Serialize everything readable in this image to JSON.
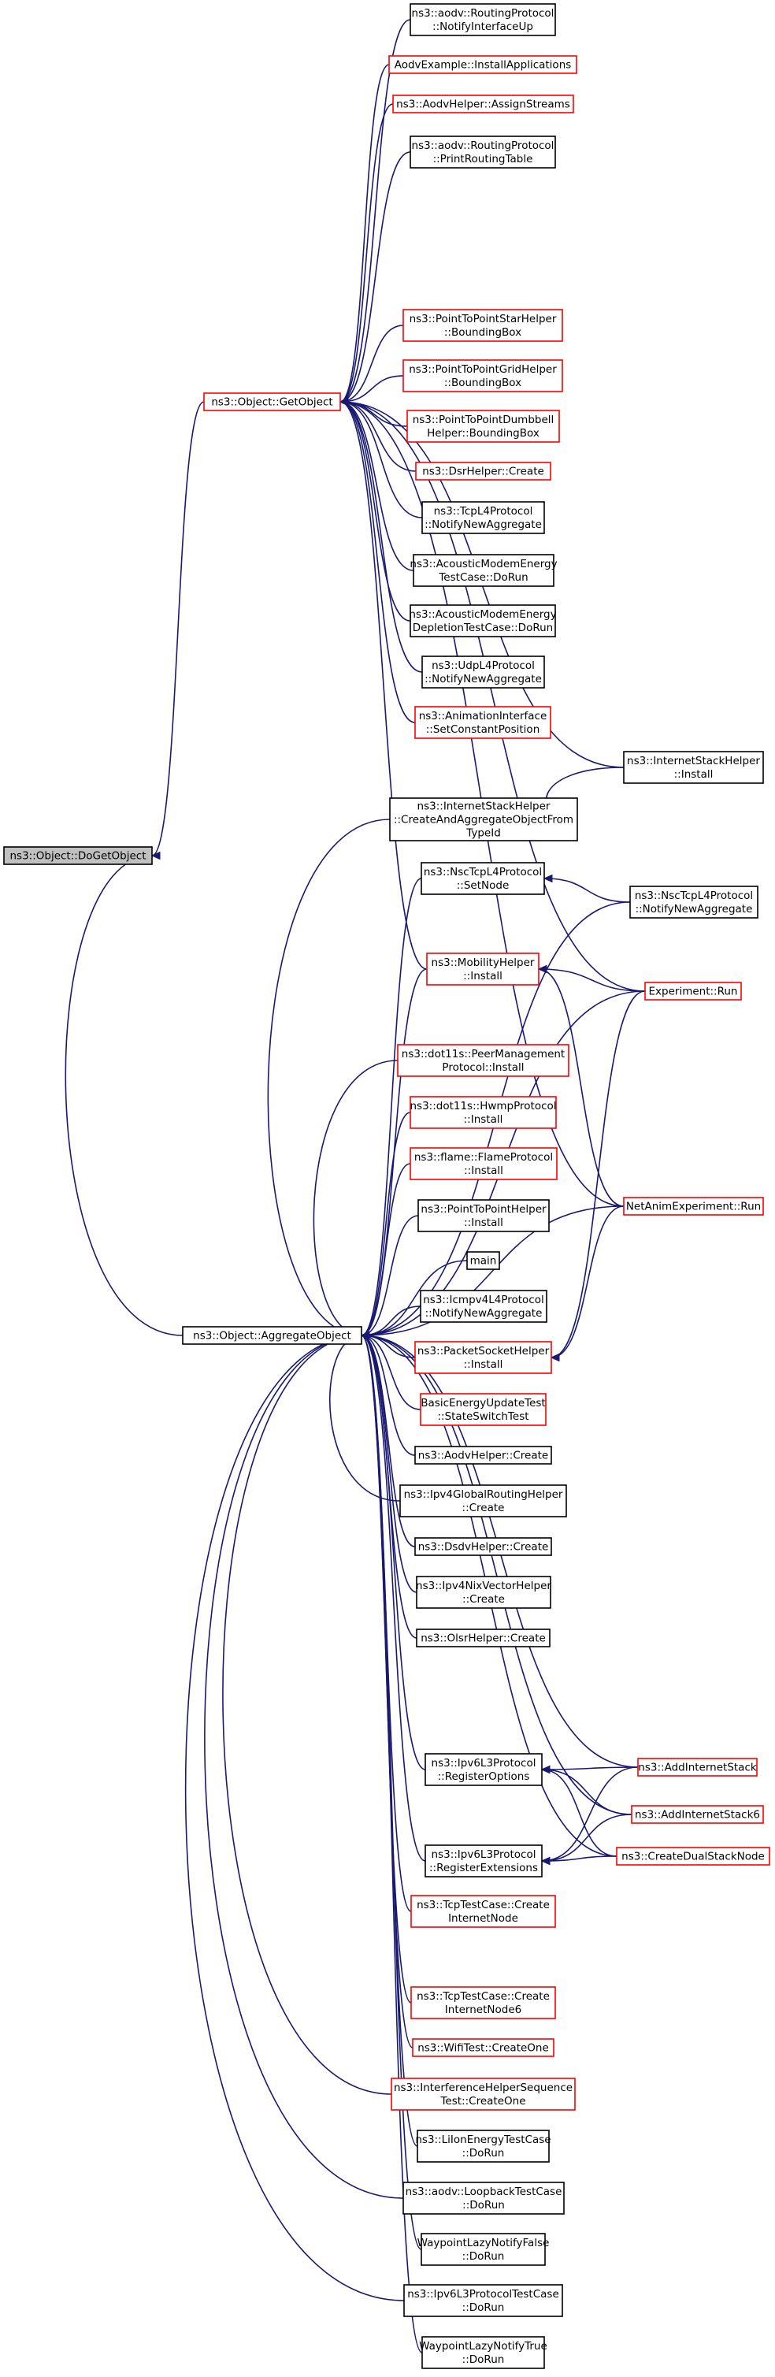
{
  "nodes": [
    {
      "id": "do_get_object",
      "lines": [
        "ns3::Object::DoGetObject"
      ],
      "style": "grey"
    },
    {
      "id": "get_object",
      "lines": [
        "ns3::Object::GetObject"
      ],
      "style": "red"
    },
    {
      "id": "aggregate_object",
      "lines": [
        "ns3::Object::AggregateObject"
      ],
      "style": "black"
    },
    {
      "id": "aodv_notify_interface_up",
      "lines": [
        "ns3::aodv::RoutingProtocol",
        "::NotifyInterfaceUp"
      ],
      "style": "black"
    },
    {
      "id": "aodv_example_install_apps",
      "lines": [
        "AodvExample::InstallApplications"
      ],
      "style": "red"
    },
    {
      "id": "aodv_helper_assign_streams",
      "lines": [
        "ns3::AodvHelper::AssignStreams"
      ],
      "style": "red"
    },
    {
      "id": "aodv_print_routing_table",
      "lines": [
        "ns3::aodv::RoutingProtocol",
        "::PrintRoutingTable"
      ],
      "style": "black"
    },
    {
      "id": "p2p_star_bbox",
      "lines": [
        "ns3::PointToPointStarHelper",
        "::BoundingBox"
      ],
      "style": "red"
    },
    {
      "id": "p2p_grid_bbox",
      "lines": [
        "ns3::PointToPointGridHelper",
        "::BoundingBox"
      ],
      "style": "red"
    },
    {
      "id": "p2p_dumbbell_bbox",
      "lines": [
        "ns3::PointToPointDumbbell",
        "Helper::BoundingBox"
      ],
      "style": "red"
    },
    {
      "id": "dsr_helper_create",
      "lines": [
        "ns3::DsrHelper::Create"
      ],
      "style": "red"
    },
    {
      "id": "tcp_l4_notify",
      "lines": [
        "ns3::TcpL4Protocol",
        "::NotifyNewAggregate"
      ],
      "style": "black"
    },
    {
      "id": "acoustic_energy_test",
      "lines": [
        "ns3::AcousticModemEnergy",
        "TestCase::DoRun"
      ],
      "style": "black"
    },
    {
      "id": "acoustic_depletion_test",
      "lines": [
        "ns3::AcousticModemEnergy",
        "DepletionTestCase::DoRun"
      ],
      "style": "black"
    },
    {
      "id": "udp_l4_notify",
      "lines": [
        "ns3::UdpL4Protocol",
        "::NotifyNewAggregate"
      ],
      "style": "black"
    },
    {
      "id": "anim_set_const_pos",
      "lines": [
        "ns3::AnimationInterface",
        "::SetConstantPosition"
      ],
      "style": "red"
    },
    {
      "id": "internet_stack_create_agg",
      "lines": [
        "ns3::InternetStackHelper",
        "::CreateAndAggregateObjectFrom",
        "TypeId"
      ],
      "style": "black"
    },
    {
      "id": "nsc_tcp_set_node",
      "lines": [
        "ns3::NscTcpL4Protocol",
        "::SetNode"
      ],
      "style": "black"
    },
    {
      "id": "mobility_helper_install",
      "lines": [
        "ns3::MobilityHelper",
        "::Install"
      ],
      "style": "red"
    },
    {
      "id": "dot11s_peer_install",
      "lines": [
        "ns3::dot11s::PeerManagement",
        "Protocol::Install"
      ],
      "style": "red"
    },
    {
      "id": "dot11s_hwmp_install",
      "lines": [
        "ns3::dot11s::HwmpProtocol",
        "::Install"
      ],
      "style": "red"
    },
    {
      "id": "flame_install",
      "lines": [
        "ns3::flame::FlameProtocol",
        "::Install"
      ],
      "style": "red"
    },
    {
      "id": "p2p_helper_install",
      "lines": [
        "ns3::PointToPointHelper",
        "::Install"
      ],
      "style": "black"
    },
    {
      "id": "main",
      "lines": [
        "main"
      ],
      "style": "black"
    },
    {
      "id": "icmpv4_notify",
      "lines": [
        "ns3::Icmpv4L4Protocol",
        "::NotifyNewAggregate"
      ],
      "style": "black"
    },
    {
      "id": "packet_socket_install",
      "lines": [
        "ns3::PacketSocketHelper",
        "::Install"
      ],
      "style": "red"
    },
    {
      "id": "basic_energy_update",
      "lines": [
        "BasicEnergyUpdateTest",
        "::StateSwitchTest"
      ],
      "style": "red"
    },
    {
      "id": "aodv_helper_create",
      "lines": [
        "ns3::AodvHelper::Create"
      ],
      "style": "black"
    },
    {
      "id": "ipv4_global_routing_create",
      "lines": [
        "ns3::Ipv4GlobalRoutingHelper",
        "::Create"
      ],
      "style": "black"
    },
    {
      "id": "dsdv_helper_create",
      "lines": [
        "ns3::DsdvHelper::Create"
      ],
      "style": "black"
    },
    {
      "id": "ipv4_nix_create",
      "lines": [
        "ns3::Ipv4NixVectorHelper",
        "::Create"
      ],
      "style": "black"
    },
    {
      "id": "olsr_helper_create",
      "lines": [
        "ns3::OlsrHelper::Create"
      ],
      "style": "black"
    },
    {
      "id": "ipv6_register_options",
      "lines": [
        "ns3::Ipv6L3Protocol",
        "::RegisterOptions"
      ],
      "style": "black"
    },
    {
      "id": "ipv6_register_extensions",
      "lines": [
        "ns3::Ipv6L3Protocol",
        "::RegisterExtensions"
      ],
      "style": "black"
    },
    {
      "id": "tcp_test_create_node",
      "lines": [
        "ns3::TcpTestCase::Create",
        "InternetNode"
      ],
      "style": "red"
    },
    {
      "id": "tcp_test_create_node6",
      "lines": [
        "ns3::TcpTestCase::Create",
        "InternetNode6"
      ],
      "style": "red"
    },
    {
      "id": "wifi_test_create_one",
      "lines": [
        "ns3::WifiTest::CreateOne"
      ],
      "style": "red"
    },
    {
      "id": "interference_create_one",
      "lines": [
        "ns3::InterferenceHelperSequence",
        "Test::CreateOne"
      ],
      "style": "red"
    },
    {
      "id": "liion_energy_test",
      "lines": [
        "ns3::LiIonEnergyTestCase",
        "::DoRun"
      ],
      "style": "black"
    },
    {
      "id": "aodv_loopback_test",
      "lines": [
        "ns3::aodv::LoopbackTestCase",
        "::DoRun"
      ],
      "style": "black"
    },
    {
      "id": "waypoint_lazy_false",
      "lines": [
        "WaypointLazyNotifyFalse",
        "::DoRun"
      ],
      "style": "black"
    },
    {
      "id": "ipv6_l3_test",
      "lines": [
        "ns3::Ipv6L3ProtocolTestCase",
        "::DoRun"
      ],
      "style": "black"
    },
    {
      "id": "waypoint_lazy_true",
      "lines": [
        "WaypointLazyNotifyTrue",
        "::DoRun"
      ],
      "style": "black"
    },
    {
      "id": "internet_stack_install",
      "lines": [
        "ns3::InternetStackHelper",
        "::Install"
      ],
      "style": "black"
    },
    {
      "id": "nsc_tcp_notify",
      "lines": [
        "ns3::NscTcpL4Protocol",
        "::NotifyNewAggregate"
      ],
      "style": "black"
    },
    {
      "id": "experiment_run",
      "lines": [
        "Experiment::Run"
      ],
      "style": "red"
    },
    {
      "id": "netanim_run",
      "lines": [
        "NetAnimExperiment::Run"
      ],
      "style": "red"
    },
    {
      "id": "add_internet_stack",
      "lines": [
        "ns3::AddInternetStack"
      ],
      "style": "red"
    },
    {
      "id": "add_internet_stack6",
      "lines": [
        "ns3::AddInternetStack6"
      ],
      "style": "red"
    },
    {
      "id": "create_dual_stack",
      "lines": [
        "ns3::CreateDualStackNode"
      ],
      "style": "red"
    }
  ],
  "edges": [
    [
      "get_object",
      "do_get_object"
    ],
    [
      "aggregate_object",
      "do_get_object"
    ],
    [
      "aodv_notify_interface_up",
      "get_object"
    ],
    [
      "aodv_example_install_apps",
      "get_object"
    ],
    [
      "aodv_helper_assign_streams",
      "get_object"
    ],
    [
      "aodv_print_routing_table",
      "get_object"
    ],
    [
      "p2p_star_bbox",
      "get_object"
    ],
    [
      "p2p_grid_bbox",
      "get_object"
    ],
    [
      "p2p_dumbbell_bbox",
      "get_object"
    ],
    [
      "dsr_helper_create",
      "get_object"
    ],
    [
      "tcp_l4_notify",
      "get_object"
    ],
    [
      "acoustic_energy_test",
      "get_object"
    ],
    [
      "acoustic_depletion_test",
      "get_object"
    ],
    [
      "udp_l4_notify",
      "get_object"
    ],
    [
      "anim_set_const_pos",
      "get_object"
    ],
    [
      "mobility_helper_install",
      "get_object"
    ],
    [
      "internet_stack_install",
      "get_object"
    ],
    [
      "experiment_run",
      "get_object"
    ],
    [
      "netanim_run",
      "get_object"
    ],
    [
      "internet_stack_create_agg",
      "aggregate_object"
    ],
    [
      "nsc_tcp_set_node",
      "aggregate_object"
    ],
    [
      "mobility_helper_install",
      "aggregate_object"
    ],
    [
      "dot11s_peer_install",
      "aggregate_object"
    ],
    [
      "dot11s_hwmp_install",
      "aggregate_object"
    ],
    [
      "flame_install",
      "aggregate_object"
    ],
    [
      "p2p_helper_install",
      "aggregate_object"
    ],
    [
      "main",
      "aggregate_object"
    ],
    [
      "icmpv4_notify",
      "aggregate_object"
    ],
    [
      "packet_socket_install",
      "aggregate_object"
    ],
    [
      "basic_energy_update",
      "aggregate_object"
    ],
    [
      "aodv_helper_create",
      "aggregate_object"
    ],
    [
      "ipv4_global_routing_create",
      "aggregate_object"
    ],
    [
      "dsdv_helper_create",
      "aggregate_object"
    ],
    [
      "ipv4_nix_create",
      "aggregate_object"
    ],
    [
      "olsr_helper_create",
      "aggregate_object"
    ],
    [
      "ipv6_register_options",
      "aggregate_object"
    ],
    [
      "ipv6_register_extensions",
      "aggregate_object"
    ],
    [
      "tcp_test_create_node",
      "aggregate_object"
    ],
    [
      "tcp_test_create_node6",
      "aggregate_object"
    ],
    [
      "wifi_test_create_one",
      "aggregate_object"
    ],
    [
      "interference_create_one",
      "aggregate_object"
    ],
    [
      "liion_energy_test",
      "aggregate_object"
    ],
    [
      "aodv_loopback_test",
      "aggregate_object"
    ],
    [
      "waypoint_lazy_false",
      "aggregate_object"
    ],
    [
      "ipv6_l3_test",
      "aggregate_object"
    ],
    [
      "waypoint_lazy_true",
      "aggregate_object"
    ],
    [
      "internet_stack_install",
      "internet_stack_create_agg"
    ],
    [
      "nsc_tcp_notify",
      "nsc_tcp_set_node"
    ],
    [
      "nsc_tcp_notify",
      "aggregate_object"
    ],
    [
      "experiment_run",
      "mobility_helper_install"
    ],
    [
      "netanim_run",
      "mobility_helper_install"
    ],
    [
      "experiment_run",
      "packet_socket_install"
    ],
    [
      "netanim_run",
      "packet_socket_install"
    ],
    [
      "experiment_run",
      "aggregate_object"
    ],
    [
      "netanim_run",
      "aggregate_object"
    ],
    [
      "add_internet_stack",
      "ipv6_register_options"
    ],
    [
      "add_internet_stack",
      "ipv6_register_extensions"
    ],
    [
      "add_internet_stack6",
      "ipv6_register_options"
    ],
    [
      "add_internet_stack6",
      "ipv6_register_extensions"
    ],
    [
      "create_dual_stack",
      "ipv6_register_options"
    ],
    [
      "create_dual_stack",
      "ipv6_register_extensions"
    ],
    [
      "add_internet_stack",
      "aggregate_object"
    ],
    [
      "add_internet_stack6",
      "aggregate_object"
    ],
    [
      "create_dual_stack",
      "aggregate_object"
    ]
  ]
}
